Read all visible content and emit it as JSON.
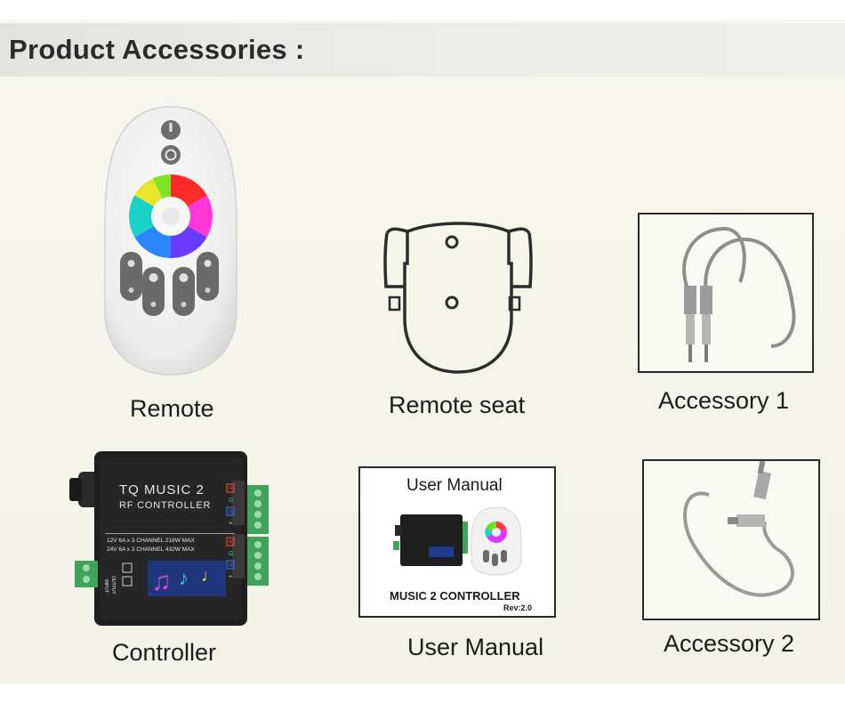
{
  "header": {
    "title": "Product Accessories :"
  },
  "items": {
    "remote": {
      "caption": "Remote"
    },
    "remote_seat": {
      "caption": "Remote seat"
    },
    "accessory1": {
      "caption": "Accessory 1"
    },
    "controller": {
      "caption": "Controller",
      "label_line1": "TQ MUSIC 2",
      "label_line2": "RF CONTROLLER",
      "spec_row1": "12V  6A x 3 CHANNEL   216W MAX",
      "spec_row2": "24V  6A x 3 CHANNEL   432W MAX",
      "input_label": "INPUT",
      "output_label": "OUTPUT",
      "terminal_labels": [
        "R",
        "G",
        "B",
        "+",
        "R",
        "G",
        "B",
        "+"
      ]
    },
    "user_manual": {
      "caption": "User Manual",
      "cover_title": "User Manual",
      "cover_subtitle": "MUSIC 2 CONTROLLER",
      "revision": "Rev:2.0"
    },
    "accessory2": {
      "caption": "Accessory 2"
    }
  }
}
